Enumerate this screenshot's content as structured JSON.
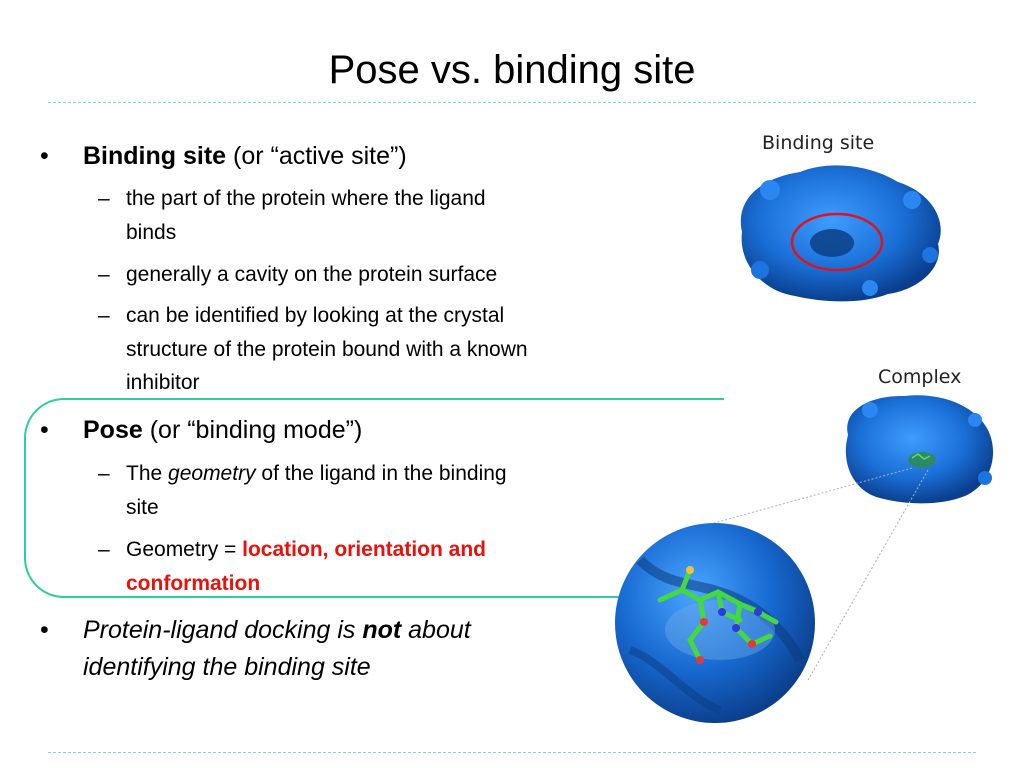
{
  "title": "Pose vs. binding site",
  "bullets": [
    {
      "marker": "•",
      "bold": "Binding site",
      "rest": " (or “active site”)",
      "subs": [
        [
          "the part of the protein where the ligand",
          "binds"
        ],
        [
          "generally a cavity on the protein surface"
        ],
        [
          "can be identified by looking at the crystal",
          "structure of the protein bound with a known",
          "inhibitor"
        ]
      ]
    },
    {
      "marker": "•",
      "bold": "Pose",
      "rest": " (or “binding mode”)",
      "sub1_a": "The ",
      "sub1_b": "geometry",
      "sub1_c": " of the ligand in the binding",
      "sub1_line2": "site",
      "sub2_a": "Geometry = ",
      "sub2_red1": "location, orientation and",
      "sub2_red2": "conformation"
    },
    {
      "marker": "•",
      "a": "Protein-ligand docking is ",
      "b": "not",
      "c": " about",
      "line2": "identifying the binding site"
    }
  ],
  "dash": "–",
  "images": {
    "binding_site_label": "Binding site",
    "complex_label": "Complex"
  },
  "colors": {
    "protein": "#1a6fd6",
    "highlight_circle": "#e0131d",
    "ligand": "#3fd43c",
    "box": "#2ecc9f"
  }
}
